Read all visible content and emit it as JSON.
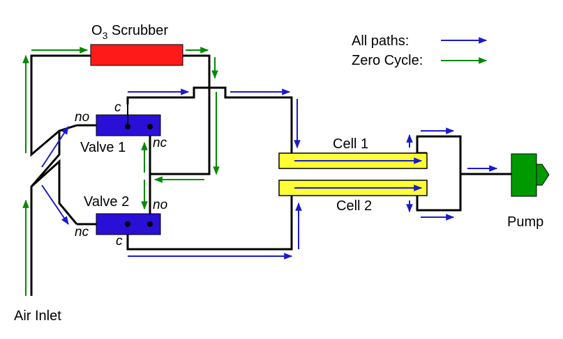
{
  "labels": {
    "scrubber_prefix": "O",
    "scrubber_sub": "3",
    "scrubber_suffix": " Scrubber",
    "valve1": "Valve 1",
    "valve2": "Valve 2",
    "cell1": "Cell 1",
    "cell2": "Cell 2",
    "pump": "Pump",
    "air_inlet": "Air Inlet"
  },
  "port_labels": {
    "v1_no": "no",
    "v1_c": "c",
    "v1_nc": "nc",
    "v2_no": "no",
    "v2_c": "c",
    "v2_nc": "nc"
  },
  "legend": [
    {
      "label": "All paths:",
      "color": "#1a1acc"
    },
    {
      "label": "Zero Cycle:",
      "color": "#008a00"
    }
  ],
  "colors": {
    "scrubber": "#ff1a1a",
    "valve": "#2a0fd6",
    "cell": "#ffff33",
    "pump": "#009a00",
    "all_paths_arrow": "#1a1acc",
    "zero_cycle_arrow": "#008a00"
  }
}
